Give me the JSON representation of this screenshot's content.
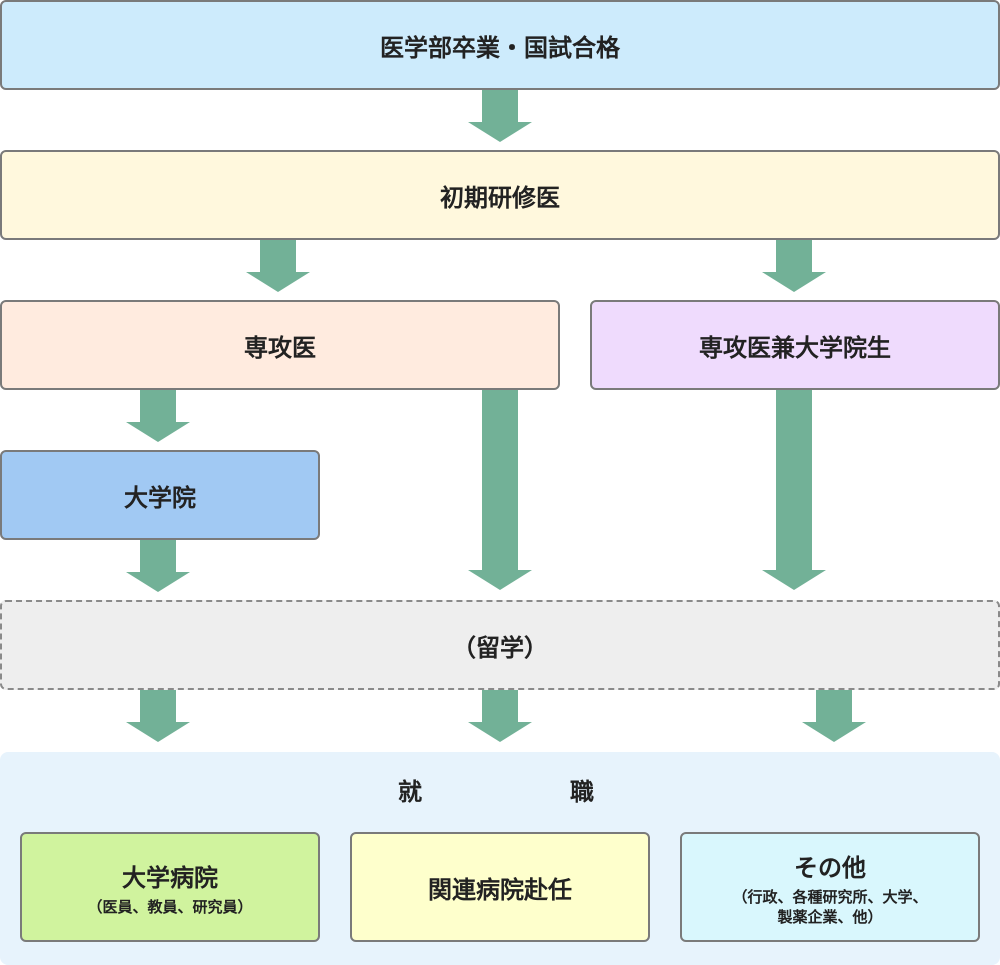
{
  "stages": {
    "graduation": "医学部卒業・国試合格",
    "initial_resident": "初期研修医",
    "specialist": "専攻医",
    "specialist_grad": "専攻医兼大学院生",
    "graduate_school": "大学院",
    "study_abroad": "（留学）"
  },
  "employment": {
    "title_left": "就",
    "title_right": "職",
    "university_hospital": "大学病院",
    "university_hospital_sub": "（医員、教員、研究員）",
    "affiliated_hospital": "関連病院赴任",
    "other": "その他",
    "other_sub_1": "（行政、各種研究所、大学、",
    "other_sub_2": "製薬企業、他）"
  },
  "colors": {
    "arrow": "#72b197",
    "graduation": "#cdebfc",
    "initial_resident": "#fff8dd",
    "specialist": "#ffebdf",
    "specialist_grad": "#efdbfd",
    "graduate_school": "#a1c9f3",
    "study_abroad": "#eeeeee",
    "employment_panel": "#e7f3fc",
    "university_hospital": "#d0f39e",
    "affiliated_hospital": "#feffcc",
    "other": "#d9f7fd"
  }
}
